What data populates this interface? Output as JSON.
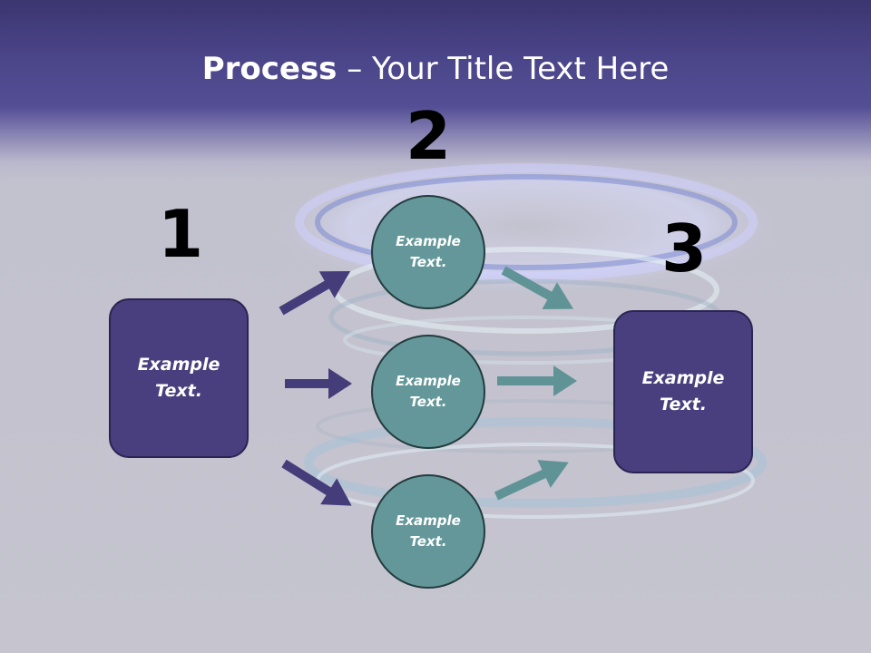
{
  "title": {
    "bold": "Process",
    "rest": " – Your Title Text Here"
  },
  "steps": {
    "one": "1",
    "two": "2",
    "three": "3"
  },
  "boxes": {
    "left": "Example\nText.",
    "right": "Example\nText."
  },
  "circles": {
    "top": "Example\nText.",
    "middle": "Example\nText.",
    "bottom": "Example\nText."
  },
  "colors": {
    "box_fill": "#4a3f7e",
    "circle_fill": "#64979a",
    "arrow_left": "#453c7a",
    "arrow_right": "#5f9396"
  }
}
